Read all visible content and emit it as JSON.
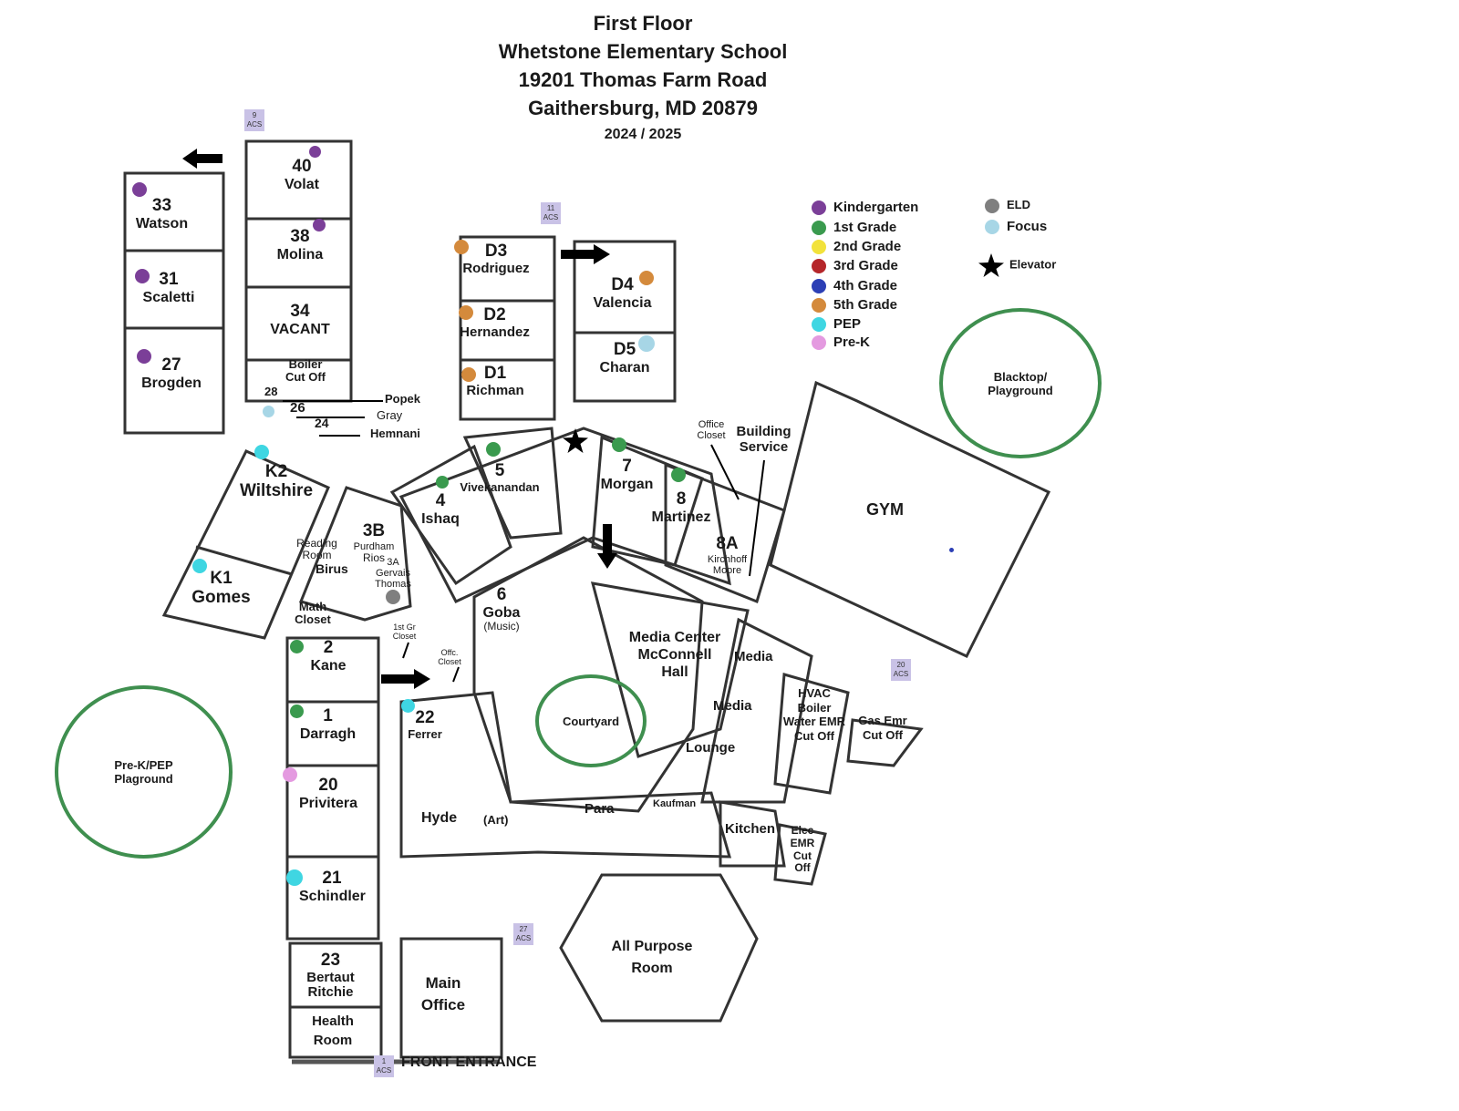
{
  "header": {
    "floor": "First Floor",
    "school": "Whetstone Elementary School",
    "street": "19201 Thomas Farm Road",
    "city": "Gaithersburg, MD 20879",
    "year": "2024 / 2025"
  },
  "legend": {
    "kindergarten": "Kindergarten",
    "grade1": "1st Grade",
    "grade2": "2nd Grade",
    "grade3": "3rd Grade",
    "grade4": "4th Grade",
    "grade5": "5th Grade",
    "pep": "PEP",
    "prek": "Pre-K",
    "eld": "ELD",
    "focus": "Focus",
    "elevator": "Elevator"
  },
  "colors": {
    "kindergarten": "#7b3f98",
    "grade1": "#3a9a4e",
    "grade2": "#f2e23b",
    "grade3": "#b5262a",
    "grade4": "#2c3fb5",
    "grade5": "#d48a3c",
    "pep": "#3fd6e2",
    "prek": "#e49ae0",
    "eld": "#7f7f7f",
    "focus": "#a7d6e6",
    "circle": "#3f8f4f",
    "acs": "#c9c2e6"
  },
  "acs": {
    "a9": [
      "9",
      "ACS"
    ],
    "a11": [
      "11",
      "ACS"
    ],
    "a20": [
      "20",
      "ACS"
    ],
    "a27": [
      "27",
      "ACS"
    ],
    "a1": [
      "1",
      "ACS"
    ]
  },
  "rooms": {
    "r40": {
      "num": "40",
      "name": "Volat"
    },
    "r33": {
      "num": "33",
      "name": "Watson"
    },
    "r38": {
      "num": "38",
      "name": "Molina"
    },
    "r31": {
      "num": "31",
      "name": "Scaletti"
    },
    "r34": {
      "num": "34",
      "name": "VACANT"
    },
    "r27": {
      "num": "27",
      "name": "Brogden"
    },
    "boiler": [
      "Boiler",
      "Cut Off"
    ],
    "r28": "28",
    "r26": "26",
    "r24": "24",
    "popek": "Popek",
    "gray": "Gray",
    "hemnani": "Hemnani",
    "d3": {
      "num": "D3",
      "name": "Rodriguez"
    },
    "d2": {
      "num": "D2",
      "name": "Hernandez"
    },
    "d1": {
      "num": "D1",
      "name": "Richman"
    },
    "d4": {
      "num": "D4",
      "name": "Valencia"
    },
    "d5": {
      "num": "D5",
      "name": "Charan"
    },
    "k2": {
      "num": "K2",
      "name": "Wiltshire"
    },
    "k1": {
      "num": "K1",
      "name": "Gomes"
    },
    "r5": {
      "num": "5",
      "name": "Vivekanandan"
    },
    "r4": {
      "num": "4",
      "name": "Ishaq"
    },
    "r7": {
      "num": "7",
      "name": "Morgan"
    },
    "r8": {
      "num": "8",
      "name": "Martinez"
    },
    "r8a": {
      "num": "8A",
      "name1": "Kirchhoff",
      "name2": "Moore"
    },
    "officeCloset": [
      "Office",
      "Closet"
    ],
    "buildingService": [
      "Building",
      "Service"
    ],
    "gym": "GYM",
    "r3b": {
      "num": "3B",
      "name1": "Purdham",
      "name2": "Rios"
    },
    "reading": [
      "Reading",
      "Room"
    ],
    "birus": "Birus",
    "r3a": {
      "num": "3A",
      "name1": "Gervais",
      "name2": "Thomas"
    },
    "r6": {
      "num": "6",
      "name": "Goba",
      "sub": "(Music)"
    },
    "mathCloset": [
      "Math",
      "Closet"
    ],
    "firstGrCloset": [
      "1st Gr",
      "Closet"
    ],
    "offcCloset": [
      "Offc.",
      "Closet"
    ],
    "media": [
      "Media Center",
      "McConnell",
      "Hall"
    ],
    "media1": "Media",
    "media2": "Media",
    "r2": {
      "num": "2",
      "name": "Kane"
    },
    "r1": {
      "num": "1",
      "name": "Darragh"
    },
    "r22": {
      "num": "22",
      "name": "Ferrer"
    },
    "hvac": [
      "HVAC",
      "Boiler",
      "Water EMR",
      "Cut Off"
    ],
    "gasEmr": [
      "Gas Emr",
      "Cut Off"
    ],
    "lounge": "Lounge",
    "r20": {
      "num": "20",
      "name": "Privitera"
    },
    "hyde": "Hyde",
    "art": "(Art)",
    "para": "Para",
    "kaufman": "Kaufman",
    "kitchen": "Kitchen",
    "elec": [
      "Elec",
      "EMR",
      "Cut",
      "Off"
    ],
    "r21": {
      "num": "21",
      "name": "Schindler"
    },
    "allPurpose": [
      "All Purpose",
      "Room"
    ],
    "r23": {
      "num": "23",
      "name1": "Bertaut",
      "name2": "Ritchie"
    },
    "mainOffice": [
      "Main",
      "Office"
    ],
    "health": [
      "Health",
      "Room"
    ],
    "frontEntrance": "FRONT ENTRANCE"
  },
  "areas": {
    "blacktop": [
      "Blacktop/",
      "Playground"
    ],
    "prekPlay": [
      "Pre-K/PEP",
      "Plaground"
    ],
    "courtyard": "Courtyard"
  }
}
